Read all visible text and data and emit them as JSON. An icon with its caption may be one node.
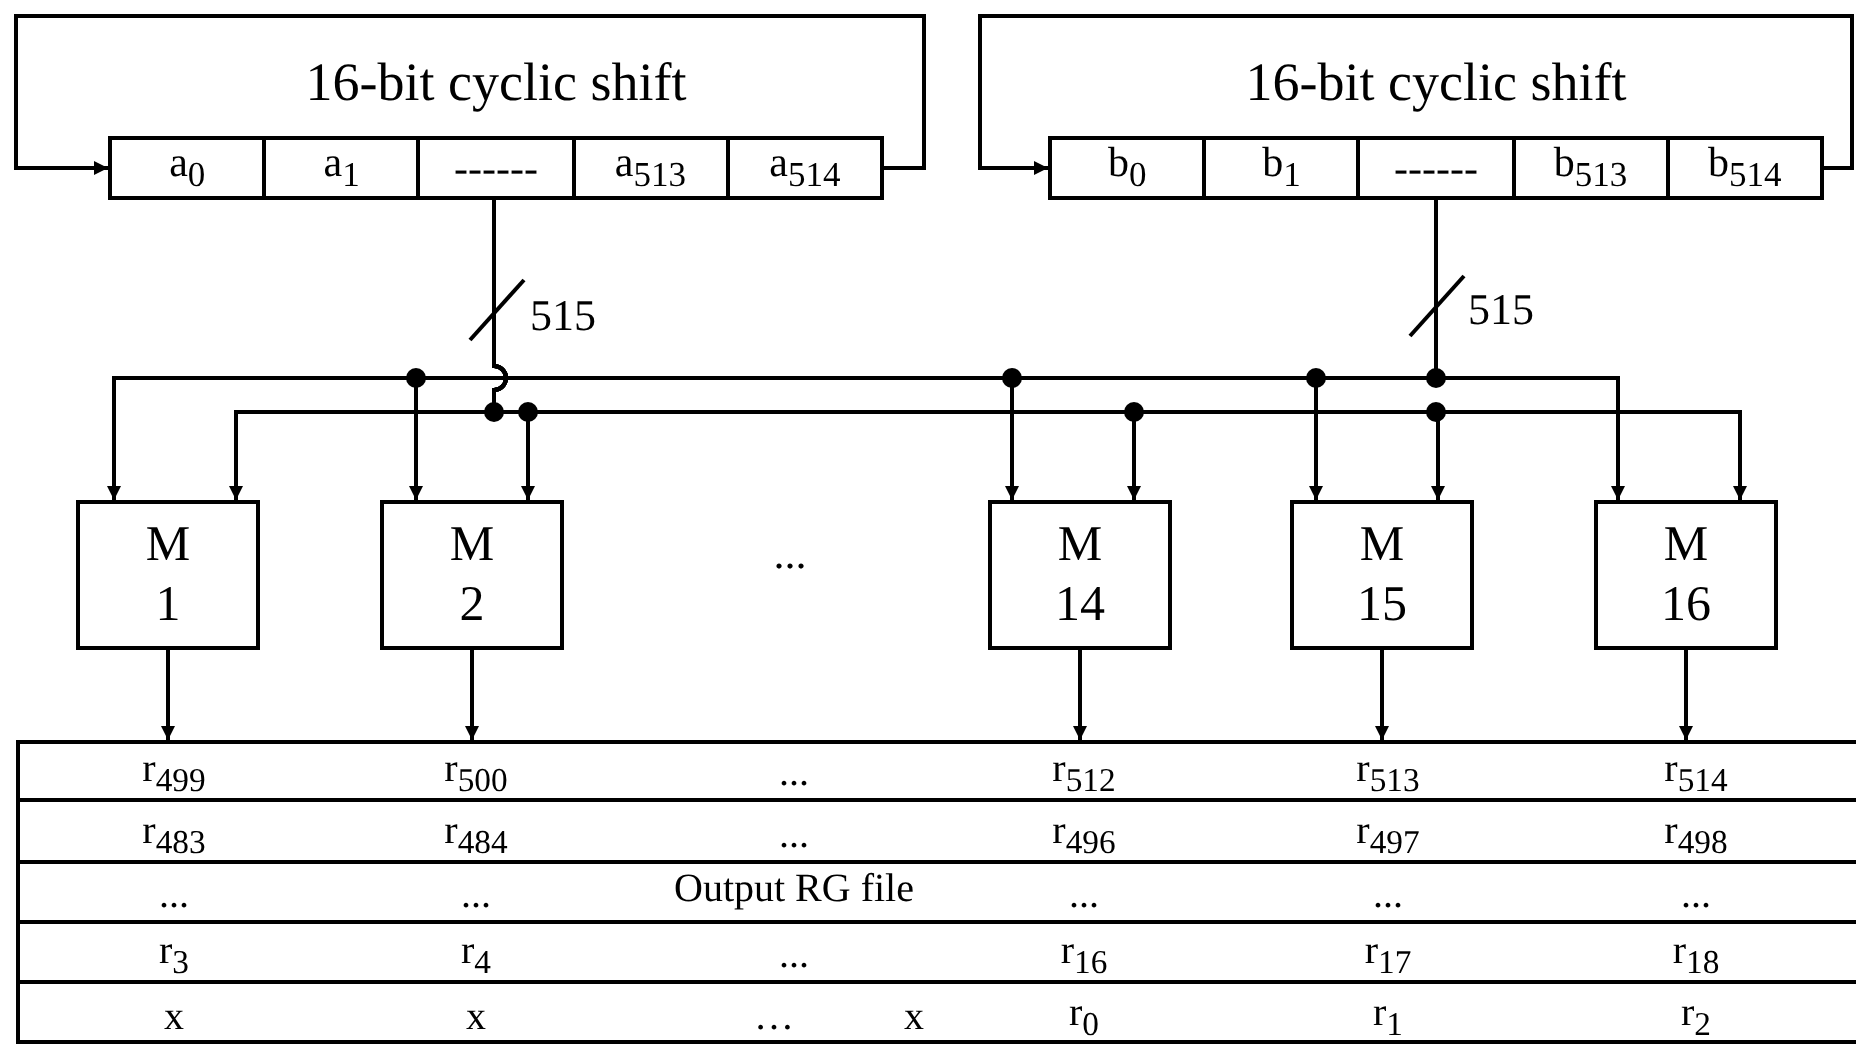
{
  "diagram": {
    "nodes": [
      {
        "text": [],
        "shape": "box"
      },
      {
        "text": [
          "a$_{0}$"
        ],
        "in": 0
      },
      {
        "text": [
          "a$_{1}$"
        ],
        "in": 0
      },
      {
        "text": [
          "------"
        ],
        "in": 0
      },
      {
        "text": [
          "a$_{513}$"
        ],
        "in": 0
      },
      {
        "text": [
          "a$_{514}$"
        ],
        "in": 0
      },
      {
        "text": [],
        "shape": "box"
      },
      {
        "text": [
          "b$_{0}$"
        ],
        "in": 6
      },
      {
        "text": [
          "b$_{1}$"
        ],
        "in": 6
      },
      {
        "text": [
          "------"
        ],
        "in": 6
      },
      {
        "text": [
          "b$_{513}$"
        ],
        "in": 6
      },
      {
        "text": [
          "b$_{514}$"
        ],
        "in": 6
      },
      {
        "text": [
          "M 1"
        ]
      },
      {
        "text": [
          "M 2"
        ]
      },
      {
        "text": [
          "M 14"
        ]
      },
      {
        "text": [
          "M 15"
        ]
      },
      {
        "text": [
          "M 16"
        ]
      },
      {
        "text": [
          "Output RG file"
        ]
      }
    ],
    "edges": [
      {
        "from": 5,
        "to": 1,
        "arrow": "to",
        "label": "16-bit cyclic shift"
      },
      {
        "from": 11,
        "to": 7,
        "arrow": "to",
        "label": "16-bit cyclic shift"
      },
      {
        "from": 6,
        "to": 12,
        "arrow": "to"
      },
      {
        "from": 6,
        "to": 13,
        "arrow": "to"
      },
      {
        "from": 6,
        "to": 14,
        "arrow": "to"
      },
      {
        "from": 6,
        "to": 15,
        "arrow": "to"
      },
      {
        "from": 6,
        "to": 16,
        "arrow": "to"
      },
      {
        "from": 0,
        "to": 12,
        "arrow": "to"
      },
      {
        "from": 0,
        "to": 13,
        "arrow": "to"
      },
      {
        "from": 0,
        "to": 14,
        "arrow": "to"
      },
      {
        "from": 0,
        "to": 15,
        "arrow": "to"
      },
      {
        "from": 0,
        "to": 16,
        "arrow": "to"
      },
      {
        "from": 12,
        "to": 17,
        "arrow": "to"
      },
      {
        "from": 13,
        "to": 17,
        "arrow": "to"
      },
      {
        "from": 14,
        "to": 17,
        "arrow": "to"
      },
      {
        "from": 15,
        "to": 17,
        "arrow": "to"
      },
      {
        "from": 16,
        "to": 17,
        "arrow": "to"
      }
    ],
    "labels": [
      "515",
      "515",
      "...",
      "r$_{499}$",
      "r$_{500}$",
      "...",
      "r$_{512}$",
      "r$_{513}$",
      "r$_{514}$",
      "r$_{483}$",
      "r$_{484}$",
      "...",
      "r$_{496}$",
      "r$_{497}$",
      "r$_{498}$",
      "...",
      "...",
      "...",
      "...",
      "...",
      "r$_{3}$",
      "r$_{4}$",
      "...",
      "r$_{16}$",
      "r$_{17}$",
      "r$_{18}$",
      "x",
      "x",
      "…",
      "x",
      "r$_{0}$",
      "r$_{1}$",
      "r$_{2}$"
    ]
  }
}
